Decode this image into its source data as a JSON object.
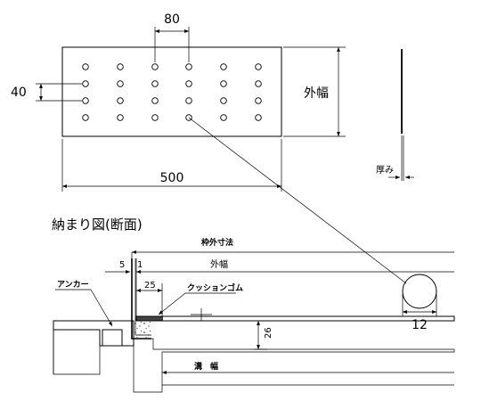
{
  "top_view": {
    "hole_pitch": "80",
    "row_pitch": "40",
    "overall_length": "500",
    "width_label": "外幅",
    "thickness_label": "厚み"
  },
  "detail": {
    "hole_diameter": "12"
  },
  "section": {
    "title": "納まり図(断面)",
    "frame_outer_label": "枠外寸法",
    "gap_5": "5",
    "gap_1": "1",
    "outer_width_label": "外幅",
    "offset_25": "25",
    "cushion_rubber_label": "クッションゴム",
    "anchor_label": "アンカー",
    "depth_26": "26",
    "trench_width_label": "溝　幅",
    "small_mark": "ᒧ"
  }
}
